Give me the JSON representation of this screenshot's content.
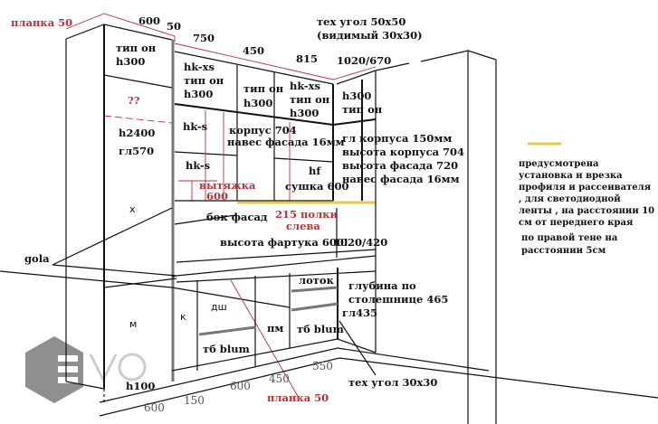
{
  "drawing": {
    "top": {
      "planka_left": "планка 50",
      "dim_600": "600",
      "dim_50": "50",
      "dim_750": "750",
      "dim_450": "450",
      "dim_815": "815",
      "tech_corner_1": "тех угол 50x50",
      "tech_corner_2": "(видимый 30x30)",
      "dim_1020_670": "1020/670"
    },
    "tall_cabinet": {
      "type": "тип он",
      "h300": "h300",
      "question": "??",
      "h2400": "h2400",
      "depth": "гл570",
      "x_mark": "х",
      "gola": "gola",
      "m": "м"
    },
    "upper": {
      "c1_a": "hk-xs",
      "c1_b": "тип он",
      "c1_c": "h300",
      "c2_a": "тип он",
      "c2_b": "h300",
      "c3_a": "hk-xs",
      "c3_b": "тип он",
      "c3_c": "h300",
      "c4_a": "h300",
      "c4_b": "тип он",
      "hks_1": "hk-s",
      "hks_2": "hk-s",
      "body_1": "корпус 704",
      "body_2": "навес фасада 16мм",
      "hf": "hf",
      "dryer": "сушка 600",
      "hood_1": "вытяжка",
      "hood_2": "600",
      "right_1": "гл корпуса 150мм",
      "right_2": "высота корпуса 704",
      "right_3": "высота фасада 720",
      "right_4": "навес фасада 16мм"
    },
    "middle": {
      "side_facade": "бок фасад",
      "shelves_1": "215 полки",
      "shelves_2": "слева",
      "apron": "высота фартука 600!",
      "dim_1020_420": "1020/420"
    },
    "base": {
      "tray": "лоток",
      "depth_1": "глубина по",
      "depth_2": "столешнице 465",
      "depth_3": "гл435",
      "dsh": "дш",
      "k": "к",
      "pm": "пм",
      "tb1": "тб blum",
      "tb2": "тб blum",
      "h100": "h100",
      "dim_600a": "600",
      "dim_150": "150",
      "dim_600b": "600",
      "dim_450": "450",
      "dim_550": "550",
      "planka": "планка 50",
      "tech_corner": "тех угол  30x30"
    },
    "note": {
      "lines": [
        "предусмотрена",
        "установка и врезка",
        "профиля и рассеивателя",
        ", для светодиодной",
        "ленты , на расстоянии 10",
        "см от переднего края"
      ],
      "line2_1": "по правой тене на",
      "line2_2": "расстоянии 5см"
    },
    "logo": {
      "text": "EVO"
    },
    "colors": {
      "red": "#b8323a",
      "led": "#e6c84a",
      "ink": "#111111"
    }
  }
}
